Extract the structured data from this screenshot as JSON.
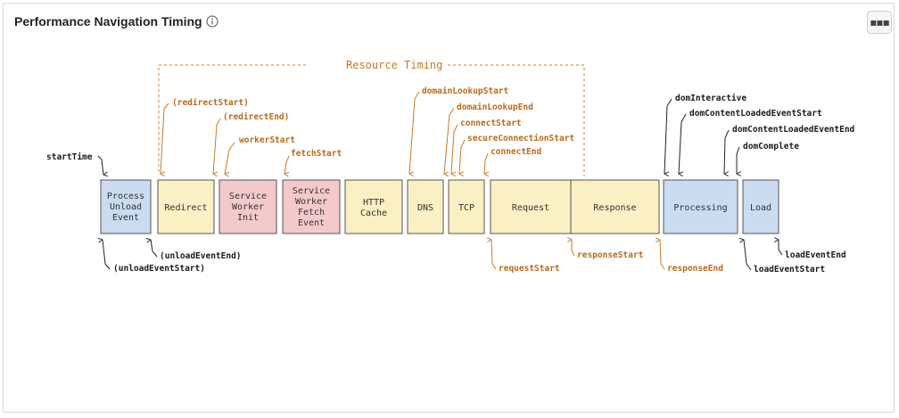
{
  "panel": {
    "title": "Performance Navigation Timing",
    "info_icon": "info-circle-icon",
    "menu_icon": "ellipsis-icon"
  },
  "diagram": {
    "group_label": "Resource Timing",
    "boxes": [
      {
        "id": "unload",
        "lines": [
          "Process",
          "Unload",
          "Event"
        ],
        "color": "#c9dcf0"
      },
      {
        "id": "redirect",
        "lines": [
          "Redirect"
        ],
        "color": "#fbefc4"
      },
      {
        "id": "sw-init",
        "lines": [
          "Service",
          "Worker",
          "Init"
        ],
        "color": "#f4c9cc"
      },
      {
        "id": "sw-fetch",
        "lines": [
          "Service",
          "Worker",
          "Fetch",
          "Event"
        ],
        "color": "#f4c9cc"
      },
      {
        "id": "http-cache",
        "lines": [
          "HTTP",
          "Cache"
        ],
        "color": "#fbefc4"
      },
      {
        "id": "dns",
        "lines": [
          "DNS"
        ],
        "color": "#fbefc4"
      },
      {
        "id": "tcp",
        "lines": [
          "TCP"
        ],
        "color": "#fbefc4"
      },
      {
        "id": "request",
        "lines": [
          "Request"
        ],
        "color": "#fbefc4"
      },
      {
        "id": "response",
        "lines": [
          "Response"
        ],
        "color": "#fbefc4"
      },
      {
        "id": "processing",
        "lines": [
          "Processing"
        ],
        "color": "#c9dcf0"
      },
      {
        "id": "load",
        "lines": [
          "Load"
        ],
        "color": "#c9dcf0"
      }
    ],
    "top_labels": [
      {
        "text": "startTime",
        "style": "dark"
      },
      {
        "text": "(redirectStart)",
        "style": "orange"
      },
      {
        "text": "(redirectEnd)",
        "style": "orange"
      },
      {
        "text": "workerStart",
        "style": "orange"
      },
      {
        "text": "fetchStart",
        "style": "orange"
      },
      {
        "text": "domainLookupStart",
        "style": "orange"
      },
      {
        "text": "domainLookupEnd",
        "style": "orange"
      },
      {
        "text": "connectStart",
        "style": "orange"
      },
      {
        "text": "secureConnectionStart",
        "style": "orange"
      },
      {
        "text": "connectEnd",
        "style": "orange"
      },
      {
        "text": "domInteractive",
        "style": "dark"
      },
      {
        "text": "domContentLoadedEventStart",
        "style": "dark"
      },
      {
        "text": "domContentLoadedEventEnd",
        "style": "dark"
      },
      {
        "text": "domComplete",
        "style": "dark"
      }
    ],
    "bottom_labels": [
      {
        "text": "(unloadEventEnd)",
        "style": "dark"
      },
      {
        "text": "(unloadEventStart)",
        "style": "dark"
      },
      {
        "text": "requestStart",
        "style": "orange"
      },
      {
        "text": "responseStart",
        "style": "orange"
      },
      {
        "text": "responseEnd",
        "style": "orange"
      },
      {
        "text": "loadEventEnd",
        "style": "dark"
      },
      {
        "text": "loadEventStart",
        "style": "dark"
      }
    ]
  }
}
